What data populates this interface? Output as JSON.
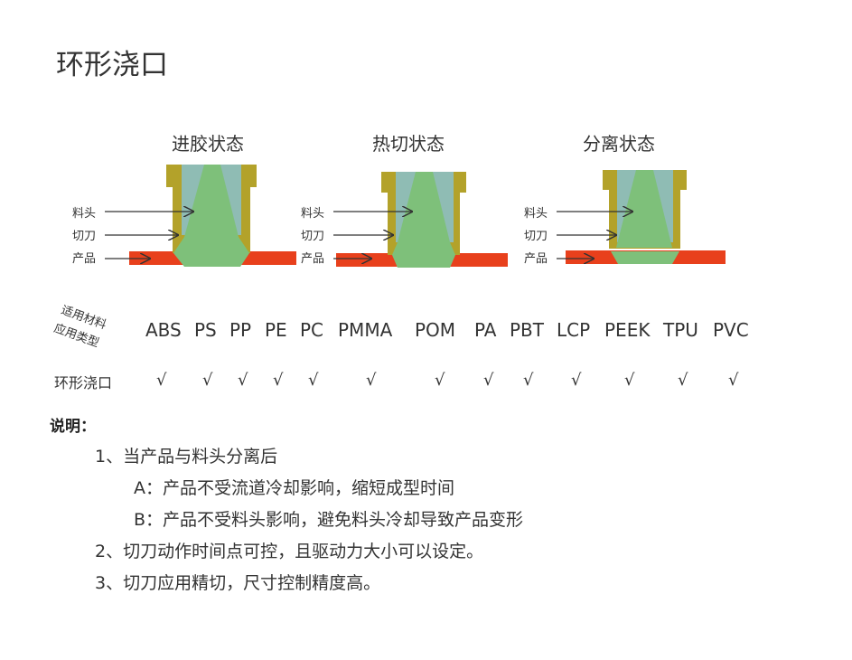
{
  "title": "环形浇口",
  "states": [
    "进胶状态",
    "热切状态",
    "分离状态"
  ],
  "part_labels": [
    "料头",
    "切刀",
    "产品"
  ],
  "material_header": [
    "适用材料",
    "应用类型"
  ],
  "materials": [
    "ABS",
    "PS",
    "PP",
    "PE",
    "PC",
    "PMMA",
    "POM",
    "PA",
    "PBT",
    "LCP",
    "PEEK",
    "TPU",
    "PVC"
  ],
  "row_label": "环形浇口",
  "checks": [
    "√",
    "√",
    "√",
    "√",
    "√",
    "√",
    "√",
    "√",
    "√",
    "√",
    "√",
    "√",
    "√"
  ],
  "description": {
    "heading": "说明：",
    "items": [
      "1、当产品与料头分离后",
      "A：产品不受流道冷却影响，缩短成型时间",
      "B：产品不受料头影响，避免料头冷却导致产品变形",
      "2、切刀动作时间点可控，且驱动力大小可以设定。",
      "3、切刀应用精切，尺寸控制精度高。"
    ]
  },
  "colors": {
    "product": "#e8401c",
    "knife": "#b3a22a",
    "sprue": "#7ec07a",
    "mold": "#8fbcb4"
  }
}
